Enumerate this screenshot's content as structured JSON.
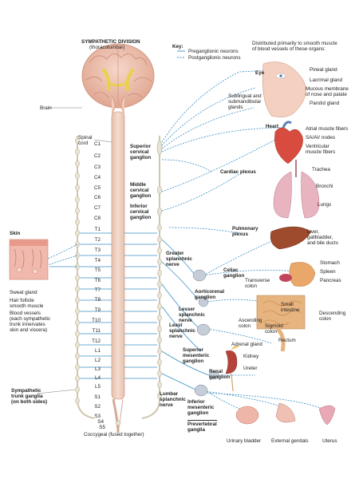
{
  "title": {
    "main": "SYMPATHETIC DIVISION",
    "sub": "(thoracolumbar)"
  },
  "key": {
    "heading": "Key:",
    "preganglionic": "Preganglionic neurons",
    "postganglionic": "Postganglionic neurons",
    "pre_color": "#3b8fc4",
    "post_color": "#3b8fc4"
  },
  "intro": "Distributed primarily to smooth muscle\nof blood vessels of these organs:",
  "left": {
    "brain": "Brain",
    "spinal_cord": "Spinal\ncord",
    "skin": "Skin",
    "sweat_gland": "Sweat gland",
    "hair_follicle": "Hair follicle\nsmooth muscle",
    "blood_vessels": "Blood vessels\n(each sympathetic\ntrunk innervates\nskin and viscera)",
    "trunk_ganglia": "Sympathetic\ntrunk ganglia\n(on both sides)",
    "coccygeal": "Coccygeal (fused together)"
  },
  "segments": [
    "C1",
    "C2",
    "C3",
    "C4",
    "C5",
    "C6",
    "C7",
    "C8",
    "T1",
    "T2",
    "T3",
    "T4",
    "T5",
    "T6",
    "T7",
    "T8",
    "T9",
    "T10",
    "T11",
    "T12",
    "L1",
    "L2",
    "L3",
    "L4",
    "L5",
    "S1",
    "S2",
    "S3",
    "S4",
    "S5"
  ],
  "ganglia": {
    "superior_cervical": "Superior\ncervical\nganglion",
    "middle_cervical": "Middle\ncervical\nganglion",
    "inferior_cervical": "Inferior\ncervical\nganglion",
    "cardiac_plexus": "Cardiac plexus",
    "pulmonary_plexus": "Pulmonary\nplexus",
    "greater_splanchnic": "Greater\nsplanchnic\nnerve",
    "celiac": "Celiac\nganglion",
    "aorticorenal": "Aorticorenal\nganglion",
    "lesser_splanchnic": "Lesser\nsplanchnic\nnerve",
    "least_splanchnic": "Least\nsplanchnic\nnerve",
    "superior_mesenteric": "Superior\nmesenteric\nganglion",
    "renal": "Renal\nganglion",
    "lumbar_splanchnic": "Lumbar\nsplanchnic\nnerve",
    "inferior_mesenteric": "Inferior\nmesenteric\nganglion",
    "prevertebral": "Prevertebral\nganglia"
  },
  "organs": {
    "eye": "Eye",
    "sublingual": "Sublingual and\nsubmandibular\nglands",
    "pineal": "Pineal gland",
    "lacrimal": "Lacrimal gland",
    "mucous": "Mucous membrane\nof nose and palate",
    "parotid": "Parotid gland",
    "heart": "Heart",
    "atrial": "Atrial muscle fibers",
    "sa_av": "SA/AV nodes",
    "ventricular": "Ventricular\nmuscle fibers",
    "trachea": "Trachea",
    "bronchi": "Bronchi",
    "lungs": "Lungs",
    "liver": "Liver,\ngallbladder,\nand bile ducts",
    "stomach": "Stomach",
    "spleen": "Spleen",
    "pancreas": "Pancreas",
    "transverse": "Transverse\ncolon",
    "small_intestine": "Small\nintestine",
    "descending": "Descending\ncolon",
    "ascending": "Ascending\ncolon",
    "sigmoid": "Sigmoid\ncolon",
    "rectum": "Rectum",
    "adrenal": "Adrenal gland",
    "kidney": "Kidney",
    "ureter": "Ureter",
    "bladder": "Urinary bladder",
    "genitals": "External genitals",
    "uterus": "Uterus"
  }
}
